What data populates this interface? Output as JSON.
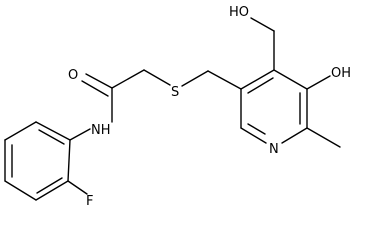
{
  "molecule": {
    "atoms": {
      "hydroxymethyl_oh": "HO",
      "ring_oh": "OH",
      "carbonyl_o": "O",
      "sulfur": "S",
      "amide_nh": "NH",
      "ring_n": "N",
      "fluorine": "F"
    }
  },
  "colors": {
    "bond": "#000000",
    "text": "#000000",
    "background": "#ffffff"
  }
}
